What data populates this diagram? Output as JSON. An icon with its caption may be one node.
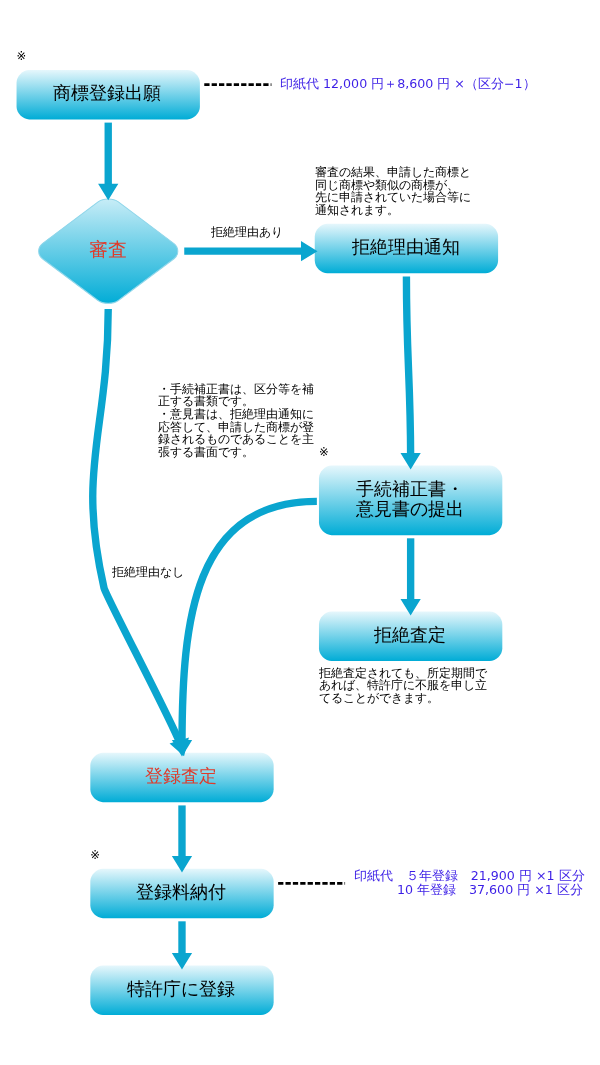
{
  "diagram": {
    "nodes": [
      {
        "text": [
          "商標登録出願"
        ],
        "beside": [
          "※"
        ]
      },
      {
        "text": [
          "審査"
        ]
      },
      {
        "text": [
          "拒絶理由通知"
        ],
        "beside": [
          "審査の結果、申請した商標と同じ商標や類似の商標が、先に申請されていた場合等に通知されます。"
        ]
      },
      {
        "text": [
          "手続補正書・意見書の提出"
        ],
        "beside": [
          "・手続補正書は、区分等を補正する書類です。",
          "・意見書は、拒絶理由通知に応答して、申請した商標が登録されるものであることを主張する書面です。",
          "※"
        ]
      },
      {
        "text": [
          "拒絶査定"
        ],
        "beside": [
          "拒絶査定されても、所定期間であれば、特許庁に不服を申し立てることができます。"
        ]
      },
      {
        "text": [
          "登録査定"
        ]
      },
      {
        "text": [
          "登録料納付"
        ],
        "beside": [
          "※"
        ]
      },
      {
        "text": [
          "特許庁に登録"
        ]
      },
      {
        "text": [
          "印紙代 12,000 円＋8,600 円 ×（区分−1）"
        ]
      },
      {
        "text": [
          "印紙代　５年登録　21,900 円 ×1 区分",
          "10 年登録　37,600 円 ×1 区分"
        ]
      }
    ],
    "edges": [
      {
        "from": 0,
        "to": 1,
        "arrow": "to"
      },
      {
        "from": 1,
        "to": 2,
        "arrow": "to",
        "label": "拒絶理由あり"
      },
      {
        "from": 1,
        "to": 5,
        "arrow": "to",
        "label": "拒絶理由なし"
      },
      {
        "from": 2,
        "to": 3,
        "arrow": "to"
      },
      {
        "from": 3,
        "to": 5,
        "arrow": "to"
      },
      {
        "from": 3,
        "to": 4,
        "arrow": "to"
      },
      {
        "from": 5,
        "to": 6,
        "arrow": "to"
      },
      {
        "from": 6,
        "to": 7,
        "arrow": "to"
      },
      {
        "from": 0,
        "to": 8,
        "arrow": "none",
        "style": "dashed",
        "color": "#000000"
      },
      {
        "from": 6,
        "to": 9,
        "arrow": "none",
        "style": "dashed",
        "color": "#000000"
      }
    ]
  }
}
